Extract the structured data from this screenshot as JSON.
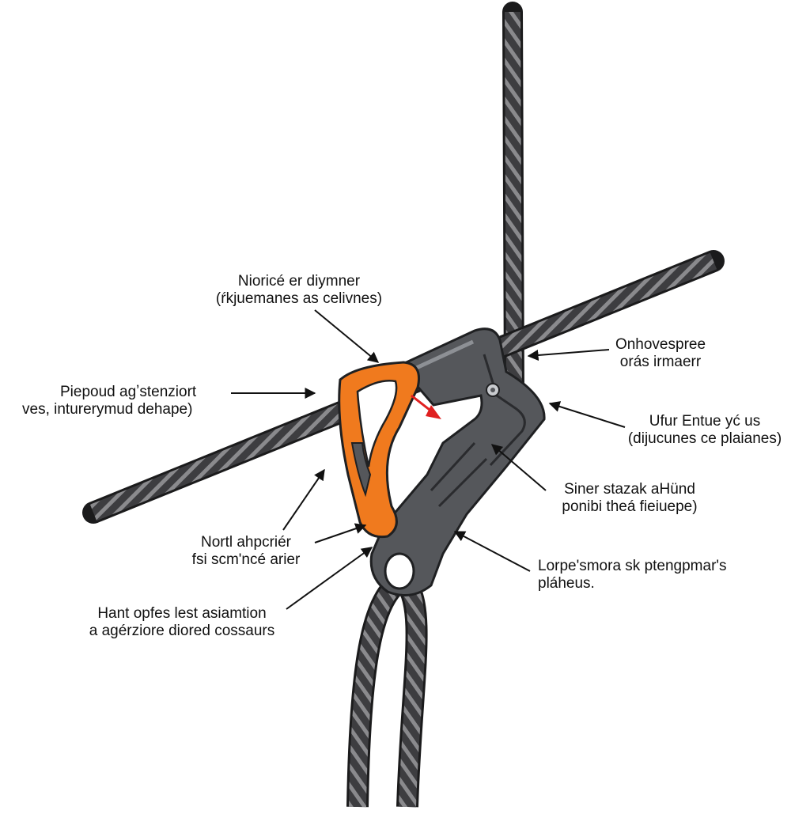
{
  "colors": {
    "rope_dark": "#3a3a3c",
    "rope_light": "#8a8a8d",
    "device_gray": "#55575b",
    "device_gray_light": "#8d9095",
    "accent_orange": "#f07a1e",
    "accent_orange_dark": "#c45a0c",
    "arrow": "#111111",
    "direction_arrow": "#e02020"
  },
  "labels": [
    {
      "line1": "Nioricé er diymner",
      "line2": "(ŕkjuemanes as celivnes)"
    },
    {
      "line1": "Piepoud agʼstenziort",
      "line2": "ves, inturerymud dehape)"
    },
    {
      "line1": "Onhovespree",
      "line2": "orás irmaerr"
    },
    {
      "line1": "Ufur Entue yć us",
      "line2": "(dijucunes ce plaianes)"
    },
    {
      "line1": "Siner stazak aHünd",
      "line2": "ponibi theá fieiuepe)"
    },
    {
      "line1": "Nortl ahpcriér",
      "line2": "fsi scm'ncé arier"
    },
    {
      "line1": "Lorpe'smora sk ptengpmar's",
      "line2": "pláheus."
    },
    {
      "line1": "Hant opfes lest asiamtion",
      "line2": "a agérziore diored cossaurs"
    }
  ]
}
